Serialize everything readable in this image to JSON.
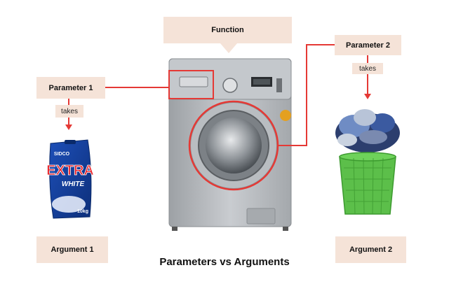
{
  "title": "Parameters vs Arguments",
  "function_label": "Function",
  "parameter1": {
    "label": "Parameter 1",
    "relation": "takes",
    "argument": "Argument 1"
  },
  "parameter2": {
    "label": "Parameter 2",
    "relation": "takes",
    "argument": "Argument 2"
  },
  "detergent": {
    "brand": "SIDCO",
    "name": "EXTRA",
    "variant": "WHITE",
    "weight": "10kg"
  },
  "colors": {
    "connector": "#e53935",
    "label_fill": "#f5e3d8",
    "machine_body": "#b8bcc0",
    "basket": "#5cbf4a"
  }
}
